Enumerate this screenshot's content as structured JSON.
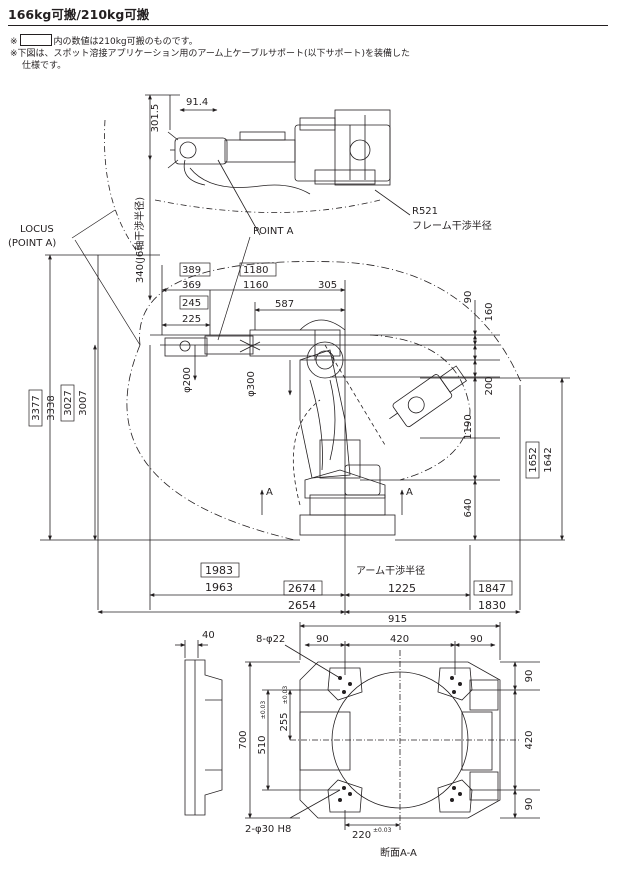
{
  "header": {
    "title": "166kg可搬/210kg可搬"
  },
  "notes": {
    "note1_mark": "※",
    "note1_text": "内の数値は210kg可搬のものです。",
    "note2": "※下図は、スポット溶接アプリケーション用のアーム上ケーブルサポート(以下サポート)を装備した",
    "note3": "仕様です。"
  },
  "top_view": {
    "dim_301_5": "301.5",
    "dim_91_4": "91.4",
    "dim_340": "340(J6軸干渉半径)",
    "r521": "R521",
    "frame_radius": "フレーム干渉半径"
  },
  "labels": {
    "locus": "LOCUS",
    "point_a_paren": "(POINT A)",
    "point_a": "POINT A",
    "section_a": "A",
    "arm_radius": "アーム干渉半径"
  },
  "side_view": {
    "dim_389": "389",
    "dim_369": "369",
    "dim_1180": "1180",
    "dim_1160": "1160",
    "dim_305": "305",
    "dim_587": "587",
    "dim_245": "245",
    "dim_225": "225",
    "dim_90": "90",
    "dim_160": "160",
    "dim_200": "200",
    "phi_200": "φ200",
    "phi_300": "φ300",
    "dim_1190": "1190",
    "dim_640": "640",
    "dim_3377": "3377",
    "dim_3338": "3338",
    "dim_3027": "3027",
    "dim_3007": "3007",
    "dim_1652": "1652",
    "dim_1642": "1642",
    "dim_1983": "1983",
    "dim_1963": "1963",
    "dim_2674": "2674",
    "dim_2654": "2654",
    "dim_1225": "1225",
    "dim_1847": "1847",
    "dim_1830": "1830"
  },
  "base_view": {
    "dim_40": "40",
    "dim_915": "915",
    "holes_8": "8-φ22",
    "dim_90a": "90",
    "dim_420a": "420",
    "dim_90b": "90",
    "dim_90r1": "90",
    "dim_420r": "420",
    "dim_90r2": "90",
    "dim_700": "700",
    "dim_510": "510",
    "tol_510": "±0.03",
    "dim_255": "255",
    "tol_255": "±0.03",
    "holes_2": "2-φ30 H8",
    "dim_220": "220",
    "tol_220": "±0.03",
    "section_caption": "断面A-A"
  }
}
